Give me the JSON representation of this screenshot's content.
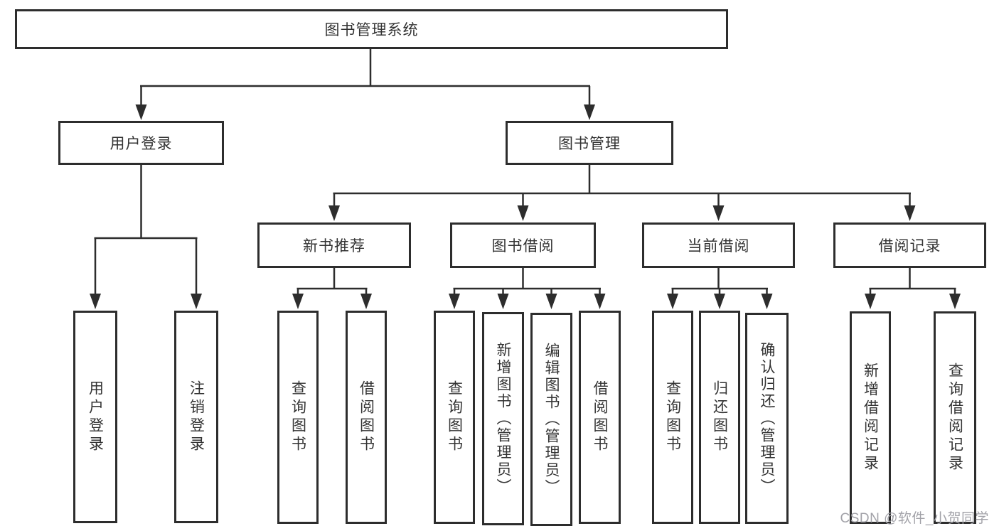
{
  "diagram": {
    "root": "图书管理系统",
    "branches": {
      "user_login": "用户登录",
      "book_management": "图书管理"
    },
    "modules": {
      "new_book_recommend": "新书推荐",
      "book_borrowing": "图书借阅",
      "current_borrowing": "当前借阅",
      "borrowing_records": "借阅记录"
    },
    "leaves": {
      "user_login": [
        "用户登录",
        "注销登录"
      ],
      "new_book_recommend": [
        "查询图书",
        "借阅图书"
      ],
      "book_borrowing": [
        "查询图书",
        "新增图书（管理员）",
        "编辑图书（管理员）",
        "借阅图书"
      ],
      "current_borrowing": [
        "查询图书",
        "归还图书",
        "确认归还（管理员）"
      ],
      "borrowing_records": [
        "新增借阅记录",
        "查询借阅记录"
      ]
    }
  },
  "watermark": "CSDN @软件_小贺同学",
  "colors": {
    "line": "#2d2d2d",
    "text": "#333333",
    "watermark": "#a2a2a8",
    "background": "#ffffff"
  }
}
